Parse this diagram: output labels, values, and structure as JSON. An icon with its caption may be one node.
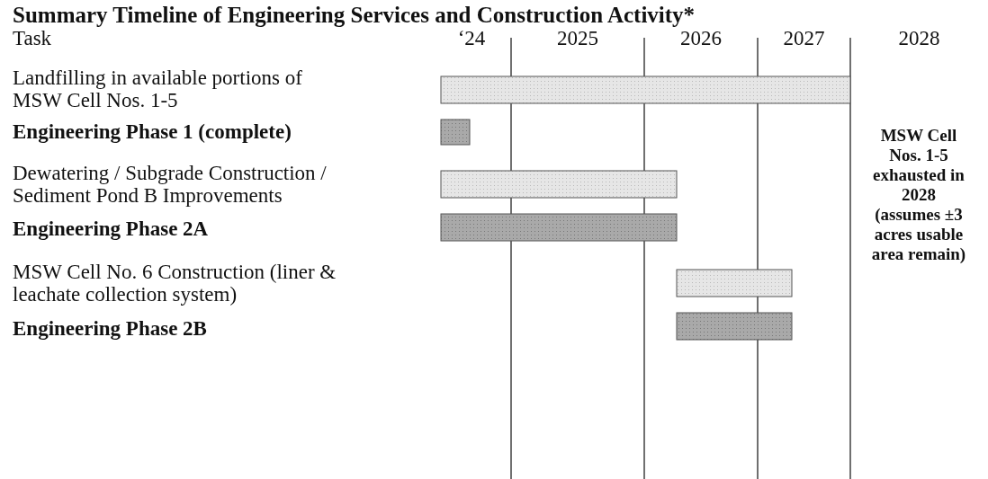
{
  "diagram": {
    "title": "Summary Timeline of Engineering Services and Construction Activity*",
    "labels": [
      "Task",
      "‘24",
      "2025",
      "2026",
      "2027",
      "2028",
      "Landfilling in available portions of MSW Cell Nos. 1-5",
      "Engineering Phase 1 (complete)",
      "Dewatering / Subgrade Construction / Sediment Pond B Improvements",
      "Engineering Phase 2A",
      "MSW Cell No. 6 Construction (liner & leachate collection system)",
      "Engineering Phase 2B",
      "MSW Cell Nos. 1-5 exhausted in 2028 (assumes ±3 acres usable area remain)"
    ]
  }
}
